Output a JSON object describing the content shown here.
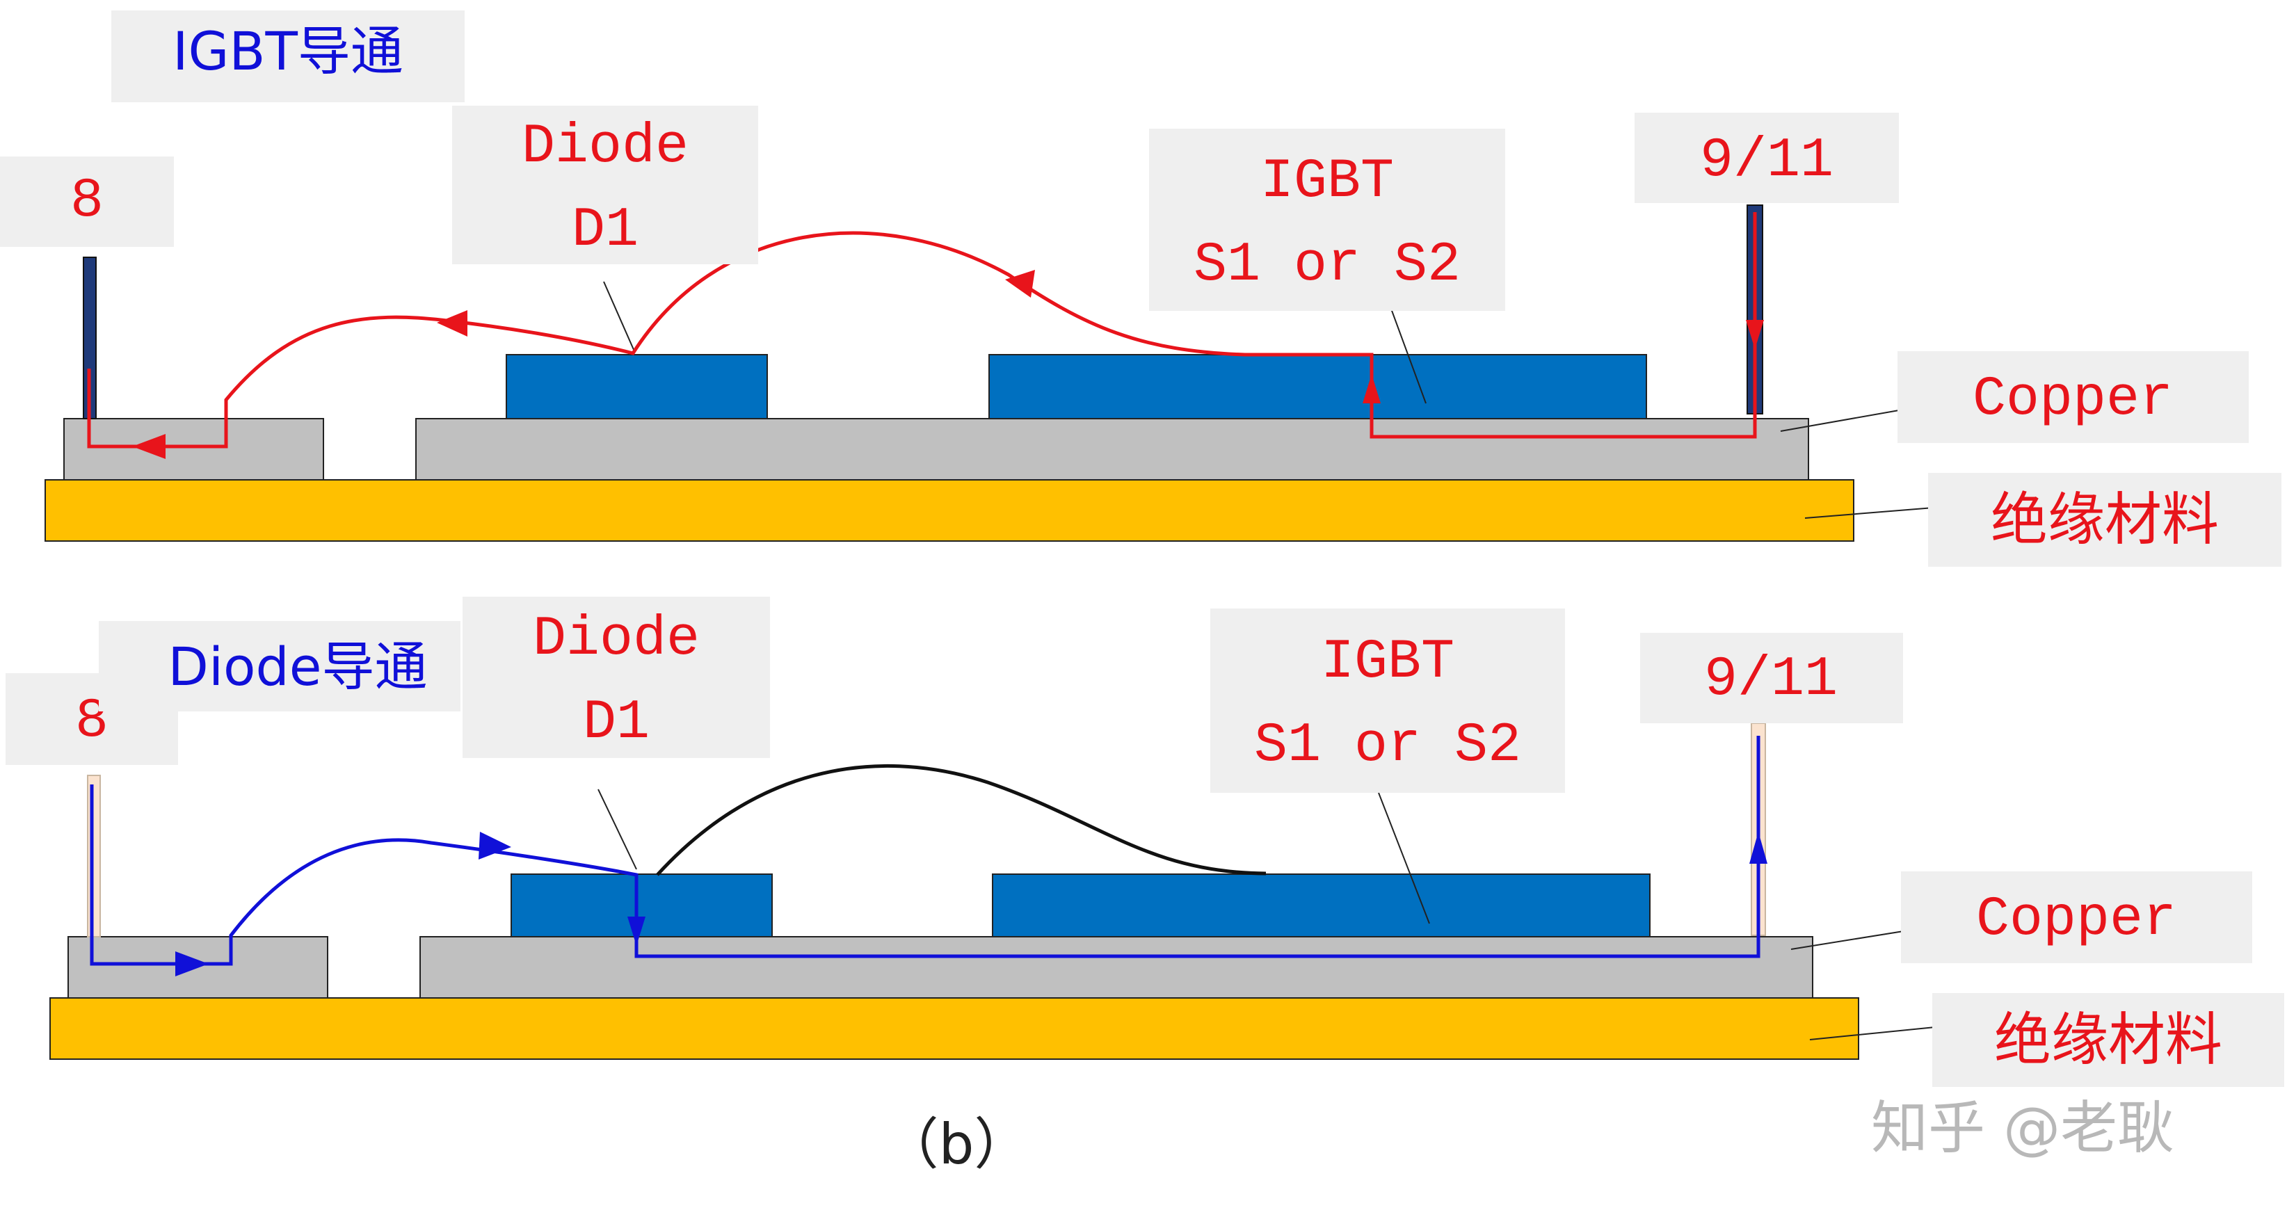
{
  "colors": {
    "red": "#e8141b",
    "blue": "#1010d8",
    "chip": "#0070c0",
    "copper": "#c0c0c0",
    "insulator": "#ffc000",
    "label_bg": "#efefef",
    "terminal": "#1f3a7a",
    "watermark": "#b8b8b8"
  },
  "top": {
    "mode_label": "IGBT导通",
    "terminal_left": "8",
    "diode_line1": "Diode",
    "diode_line2": "D1",
    "igbt_line1": "IGBT",
    "igbt_line2": "S1 or S2",
    "terminal_right": "9/11",
    "copper_label": "Copper",
    "insulator_label": "绝缘材料"
  },
  "bottom": {
    "mode_label": "Diode导通",
    "terminal_left": "8",
    "diode_line1": "Diode",
    "diode_line2": "D1",
    "igbt_line1": "IGBT",
    "igbt_line2": "S1 or S2",
    "terminal_right": "9/11",
    "copper_label": "Copper",
    "insulator_label": "绝缘材料"
  },
  "caption": "（b）",
  "watermark": "知乎 @老耿"
}
